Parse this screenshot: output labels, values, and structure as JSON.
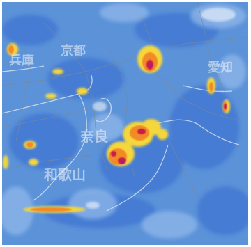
{
  "map": {
    "place_labels": {
      "hyogo": "兵庫",
      "kyoto": "京都",
      "aichi": "愛知",
      "nara": "奈良",
      "wakayama": "和歌山"
    },
    "colors": {
      "base_rain": "#5b92d8",
      "light_rain": "#3f75d2",
      "moderate_rain": "#f5d63a",
      "heavy_rain": "#f28a28",
      "intense_rain": "#c81e50",
      "extreme_rain": "#a51a8c",
      "coast_line": "#dfe6ee",
      "road_line": "#7d8896"
    },
    "icon": "rain-radar-map"
  }
}
